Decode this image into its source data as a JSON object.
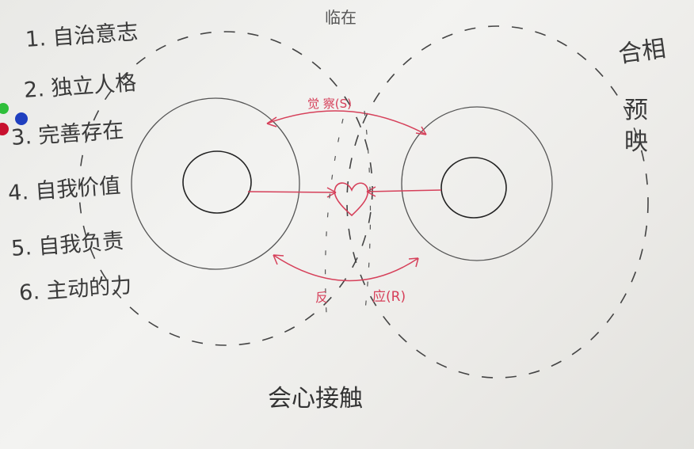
{
  "board": {
    "list_items": [
      "1. 自治意志",
      "2. 独立人格",
      "3. 完善存在",
      "4. 自我价值",
      "5. 自我负责",
      "6. 主动的力"
    ],
    "top_label": "临在",
    "right_label_top": "合相",
    "right_label_bottom": "预映",
    "bottom_label": "会心接触",
    "arc_top_label": "觉  察(S)",
    "arc_bottom_left_label": "反",
    "arc_bottom_right_label": "应(R)"
  },
  "colors": {
    "board": "#eeeeeb",
    "ink_black": "#333333",
    "ink_red": "#d6405a",
    "magnet_green": "#2fbf3a",
    "magnet_blue": "#1f3fbf",
    "magnet_red": "#c8102e"
  },
  "icons": [
    "heart-icon",
    "magnet-icon"
  ]
}
